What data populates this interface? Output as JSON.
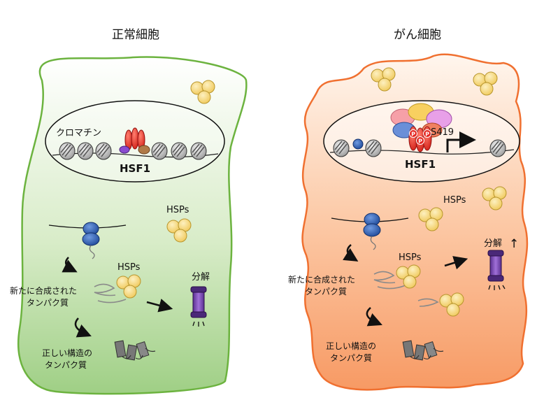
{
  "normal_cell": {
    "title": "正常細胞",
    "chromatin": "クロマチン",
    "hsf1": "HSF1",
    "hsps_top": "HSPs",
    "hsps_mid": "HSPs",
    "nascent_line1": "新たに合成された",
    "nascent_line2": "タンパク質",
    "degradation": "分解",
    "folded_line1": "正しい構造の",
    "folded_line2": "タンパク質"
  },
  "cancer_cell": {
    "title": "がん細胞",
    "phospho_site": "S419",
    "phospho_mark": "P",
    "hsf1": "HSF1",
    "hsps_top": "HSPs",
    "hsps_mid": "HSPs",
    "nascent_line1": "新たに合成された",
    "nascent_line2": "タンパク質",
    "degradation": "分解",
    "increase_arrow": "↑",
    "folded_line1": "正しい構造の",
    "folded_line2": "タンパク質"
  },
  "colors": {
    "normal_border": "#6cb33f",
    "normal_fill_top": "#ffffff",
    "normal_fill_bottom": "#9fcf85",
    "cancer_border": "#f07030",
    "cancer_fill_top": "#fff3ea",
    "cancer_fill_bottom": "#f8a070",
    "hsp_yellow": "#f6d77c",
    "proteasome_purple": "#7a4bb0",
    "ribosome_blue": "#2f5fb0",
    "hsf1_red": "#e42520"
  }
}
